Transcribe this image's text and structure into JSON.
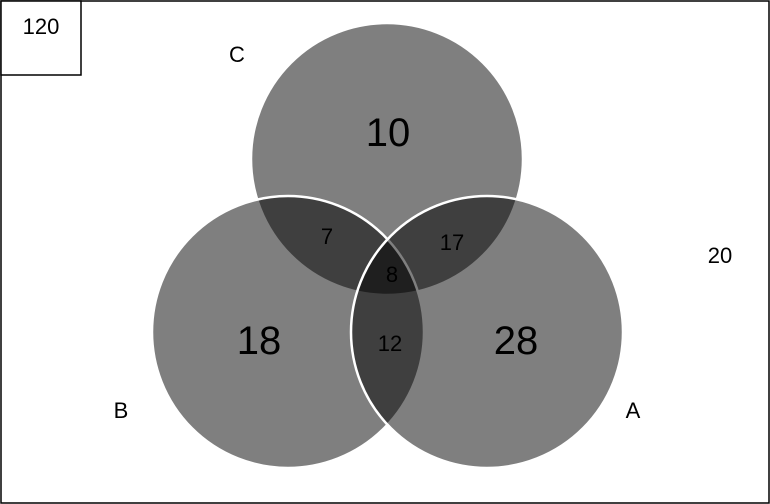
{
  "universe": {
    "total": "120",
    "outside": "20"
  },
  "sets": {
    "A": {
      "label": "A"
    },
    "B": {
      "label": "B"
    },
    "C": {
      "label": "C"
    }
  },
  "regions": {
    "only_c": "10",
    "only_b": "18",
    "only_a": "28",
    "b_and_c": "7",
    "a_and_c": "17",
    "a_and_b": "12",
    "all_three": "8"
  },
  "colors": {
    "circle_fill": "#7f7f7f",
    "circle_stroke": "#ffffff",
    "border": "#000000"
  }
}
